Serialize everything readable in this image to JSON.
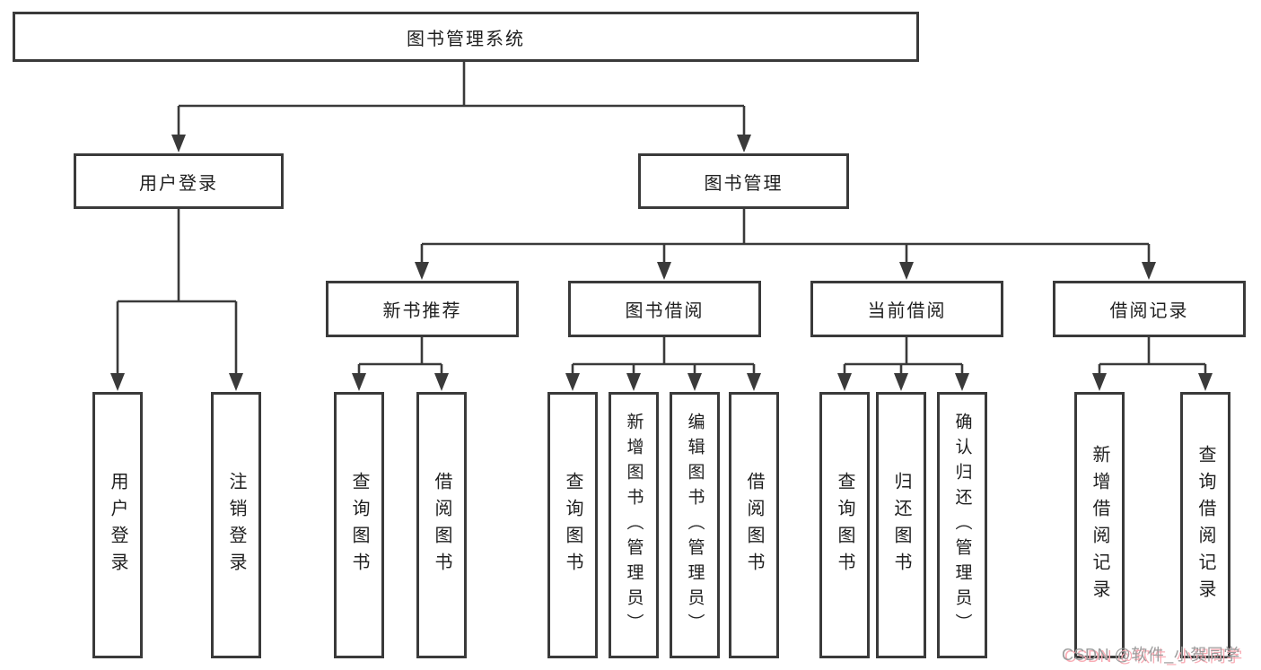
{
  "tree": {
    "root": {
      "label": "图书管理系统"
    },
    "branches": [
      {
        "label": "用户登录",
        "children": [
          {
            "label": "用户登录"
          },
          {
            "label": "注销登录"
          }
        ]
      },
      {
        "label": "图书管理",
        "children": [
          {
            "label": "新书推荐",
            "children": [
              {
                "label": "查询图书"
              },
              {
                "label": "借阅图书"
              }
            ]
          },
          {
            "label": "图书借阅",
            "children": [
              {
                "label": "查询图书"
              },
              {
                "label": "新增图书（管理员）"
              },
              {
                "label": "编辑图书（管理员）"
              },
              {
                "label": "借阅图书"
              }
            ]
          },
          {
            "label": "当前借阅",
            "children": [
              {
                "label": "查询图书"
              },
              {
                "label": "归还图书"
              },
              {
                "label": "确认归还（管理员）"
              }
            ]
          },
          {
            "label": "借阅记录",
            "children": [
              {
                "label": "新增借阅记录"
              },
              {
                "label": "查询借阅记录"
              }
            ]
          }
        ]
      }
    ]
  },
  "watermark": {
    "text": "CSDN @软件_小贺同学"
  },
  "colors": {
    "line": "#3a3a3a",
    "box_border": "#3a3a3a",
    "text": "#1f1f1f",
    "watermark_text": "#9c9c9c",
    "watermark_shadow": "#f9acb5"
  }
}
